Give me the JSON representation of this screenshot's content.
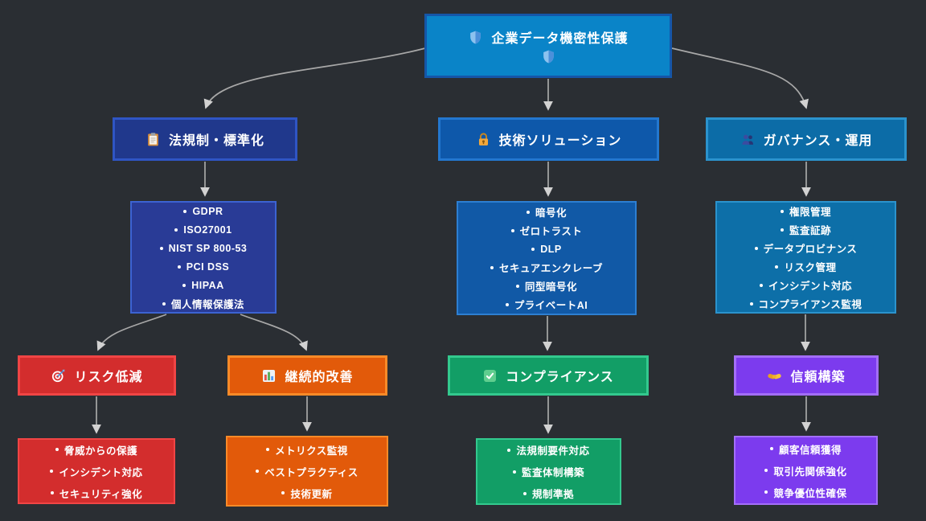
{
  "diagram": {
    "background": "#2a2e33",
    "edge_color": "#a8a8a8",
    "root": {
      "label": "企業データ機密性保護",
      "icon": "shield-icon",
      "fill": "#0a84c8",
      "border": "#1556a8"
    },
    "branches": [
      {
        "label": "法規制・標準化",
        "icon": "clipboard-icon",
        "fill": "#20388c",
        "border": "#2f55c4",
        "list_fill": "#293b96",
        "list_border": "#3c63d2",
        "items": [
          "GDPR",
          "ISO27001",
          "NIST SP 800-53",
          "PCI DSS",
          "HIPAA",
          "個人情報保護法"
        ]
      },
      {
        "label": "技術ソリューション",
        "icon": "lock-icon",
        "fill": "#0e58aa",
        "border": "#2377cf",
        "list_fill": "#1159a6",
        "list_border": "#2d7fd2",
        "items": [
          "暗号化",
          "ゼロトラスト",
          "DLP",
          "セキュアエンクレーブ",
          "同型暗号化",
          "プライベートAI"
        ]
      },
      {
        "label": "ガバナンス・運用",
        "icon": "people-icon",
        "fill": "#0c6ca7",
        "border": "#2b93cd",
        "list_fill": "#0d6fa8",
        "list_border": "#2b93cd",
        "items": [
          "権限管理",
          "監査証跡",
          "データプロビナンス",
          "リスク管理",
          "インシデント対応",
          "コンプライアンス監視"
        ]
      }
    ],
    "outcomes": [
      {
        "label": "リスク低減",
        "icon": "target-icon",
        "fill": "#d32d2d",
        "border": "#f04545",
        "items": [
          "脅威からの保護",
          "インシデント対応",
          "セキュリティ強化"
        ]
      },
      {
        "label": "継続的改善",
        "icon": "chart-icon",
        "fill": "#e25a0a",
        "border": "#f98a28",
        "items": [
          "メトリクス監視",
          "ベストプラクティス",
          "技術更新"
        ]
      },
      {
        "label": "コンプライアンス",
        "icon": "check-icon",
        "fill": "#129e66",
        "border": "#33c98e",
        "items": [
          "法規制要件対応",
          "監査体制構築",
          "規制準拠"
        ]
      },
      {
        "label": "信頼構築",
        "icon": "handshake-icon",
        "fill": "#7c3bee",
        "border": "#a36ef8",
        "items": [
          "顧客信頼獲得",
          "取引先関係強化",
          "競争優位性確保"
        ]
      }
    ]
  }
}
